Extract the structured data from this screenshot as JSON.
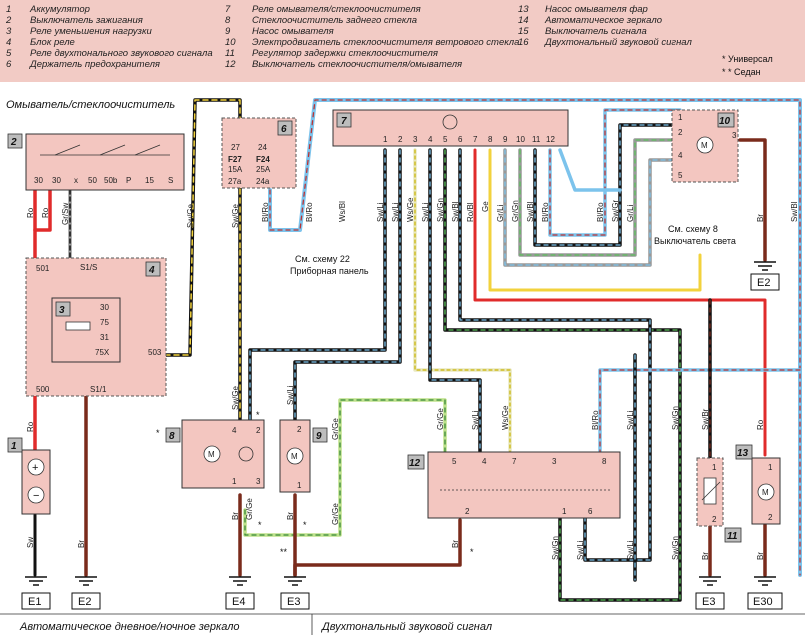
{
  "legend": [
    {
      "num": "1",
      "text": "Аккумулятор"
    },
    {
      "num": "2",
      "text": "Выключатель зажигания"
    },
    {
      "num": "3",
      "text": "Реле уменьшения нагрузки"
    },
    {
      "num": "4",
      "text": "Блок реле"
    },
    {
      "num": "5",
      "text": "Реле двухтонального звукового сигнала"
    },
    {
      "num": "6",
      "text": "Держатель предохранителя"
    },
    {
      "num": "7",
      "text": "Реле омывателя/стеклоочистителя"
    },
    {
      "num": "8",
      "text": "Стеклоочиститель заднего стекла"
    },
    {
      "num": "9",
      "text": "Насос омывателя"
    },
    {
      "num": "10",
      "text": "Электродвигатель стеклоочистителя ветрового стекла"
    },
    {
      "num": "11",
      "text": "Регулятор задержки стеклоочистителя"
    },
    {
      "num": "12",
      "text": "Выключатель стеклоочистителя/омывателя"
    },
    {
      "num": "13",
      "text": "Насос омывателя фар"
    },
    {
      "num": "14",
      "text": "Автоматическое зеркало"
    },
    {
      "num": "15",
      "text": "Выключатель сигнала"
    },
    {
      "num": "16",
      "text": "Двухтональный звуковой сигнал"
    }
  ],
  "notes": {
    "universal": "* Универсал",
    "sedan": "* * Седан"
  },
  "section_title": "Омыватель/стеклоочиститель",
  "bottom_titles": {
    "left": "Автоматическое дневное/ночное зеркало",
    "right": "Двухтональный звуковой сигнал"
  },
  "references": {
    "ref22_line1": "См. схему 22",
    "ref22_line2": "Приборная панель",
    "ref8_line1": "См. схему 8",
    "ref8_line2": "Выключатель света"
  },
  "components": {
    "c1": "1",
    "c2": "2",
    "c3": "3",
    "c4": "4",
    "c6": "6",
    "c7": "7",
    "c8": "8",
    "c9": "9",
    "c10": "10",
    "c11": "11",
    "c12": "12",
    "c13": "13"
  },
  "ignition_pins": [
    "30",
    "30",
    "x",
    "50",
    "50b",
    "P",
    "15",
    "S"
  ],
  "relay3_pins": [
    "30",
    "75",
    "31",
    "75X"
  ],
  "relay_block_pins": {
    "p501": "501",
    "p503": "503",
    "p500": "500",
    "p511": "S1/S",
    "p11": "S1/1"
  },
  "fuses": {
    "f27": "F27",
    "f27a": "15A",
    "f24": "F24",
    "f24a": "25A",
    "p27": "27",
    "p24": "24",
    "p27a": "27a",
    "p24a": "24a"
  },
  "wire_labels": {
    "ro1": "Ro",
    "ro2": "Ro",
    "grsw": "Gr/Sw",
    "swge1": "Sw/Ge",
    "swge2": "Sw/Ge",
    "blro1": "Bl/Ro",
    "blro2": "Bl/Ro",
    "blro3": "Bl/Ro",
    "blro4": "Bl/Ro",
    "wsbl": "Ws/Bl",
    "swl1": "Sw/Li",
    "swl2": "Sw/Li",
    "wsge": "Ws/Ge",
    "swl3": "Sw/Li",
    "swgn": "Sw/Gn",
    "rotbl": "Ro/Bl",
    "ge": "Ge",
    "grli": "Gr/Li",
    "grgn": "Gr/Gn",
    "swbl": "Sw/Bl",
    "swgr": "Sw/Gr",
    "grli2": "Gr/Li",
    "br1": "Br",
    "ro3": "Ro",
    "sw1": "Sw",
    "br2": "Br",
    "swge3": "Sw/Ge",
    "swli4": "Sw/Li",
    "grge1": "Gr/Ge",
    "grge2": "Gr/Ge",
    "grge3": "Gr/Ge",
    "br3": "Br",
    "br4": "Br",
    "swli5": "Sw/Li",
    "wsge2": "Ws/Ge",
    "swli6": "Sw/Li",
    "swgn2": "Sw/Gn",
    "swbr": "Sw/Br",
    "ro4": "Ro",
    "br5": "Br",
    "br6": "Br",
    "swgn3": "Sw/Gn",
    "swli7": "Sw/Li",
    "swbl2": "Sw/Bl",
    "br7": "Br"
  },
  "ground_labels": {
    "e1": "E1",
    "e2a": "E2",
    "e4": "E4",
    "e3a": "E3",
    "e3b": "E3",
    "e30": "E30",
    "e2b": "E2"
  },
  "pin_labels": {
    "p10_1": "1",
    "p10_2": "2",
    "p10_3": "3",
    "p10_4": "4",
    "p10_5": "5",
    "p8_1": "1",
    "p8_2": "2",
    "p8_3": "3",
    "p8_4": "4",
    "p9_1": "1",
    "p9_2": "2",
    "p12_5": "5",
    "p12_4": "4",
    "p12_7": "7",
    "p12_3": "3",
    "p12_8": "8",
    "p12_2": "2",
    "p12_1": "1",
    "p12_6": "6",
    "p11_1": "1",
    "p11_2": "2",
    "p13_1": "1",
    "p13_2": "2",
    "p7_a": "1",
    "p7_b": "2",
    "p7_c": "3",
    "p7_d": "4",
    "p7_e": "5",
    "p7_f": "6",
    "p7_g": "7",
    "p7_h": "8",
    "p7_i": "9",
    "p7_j": "10",
    "p7_k": "11",
    "p7_l": "12"
  },
  "star": "*",
  "dstar": "**"
}
